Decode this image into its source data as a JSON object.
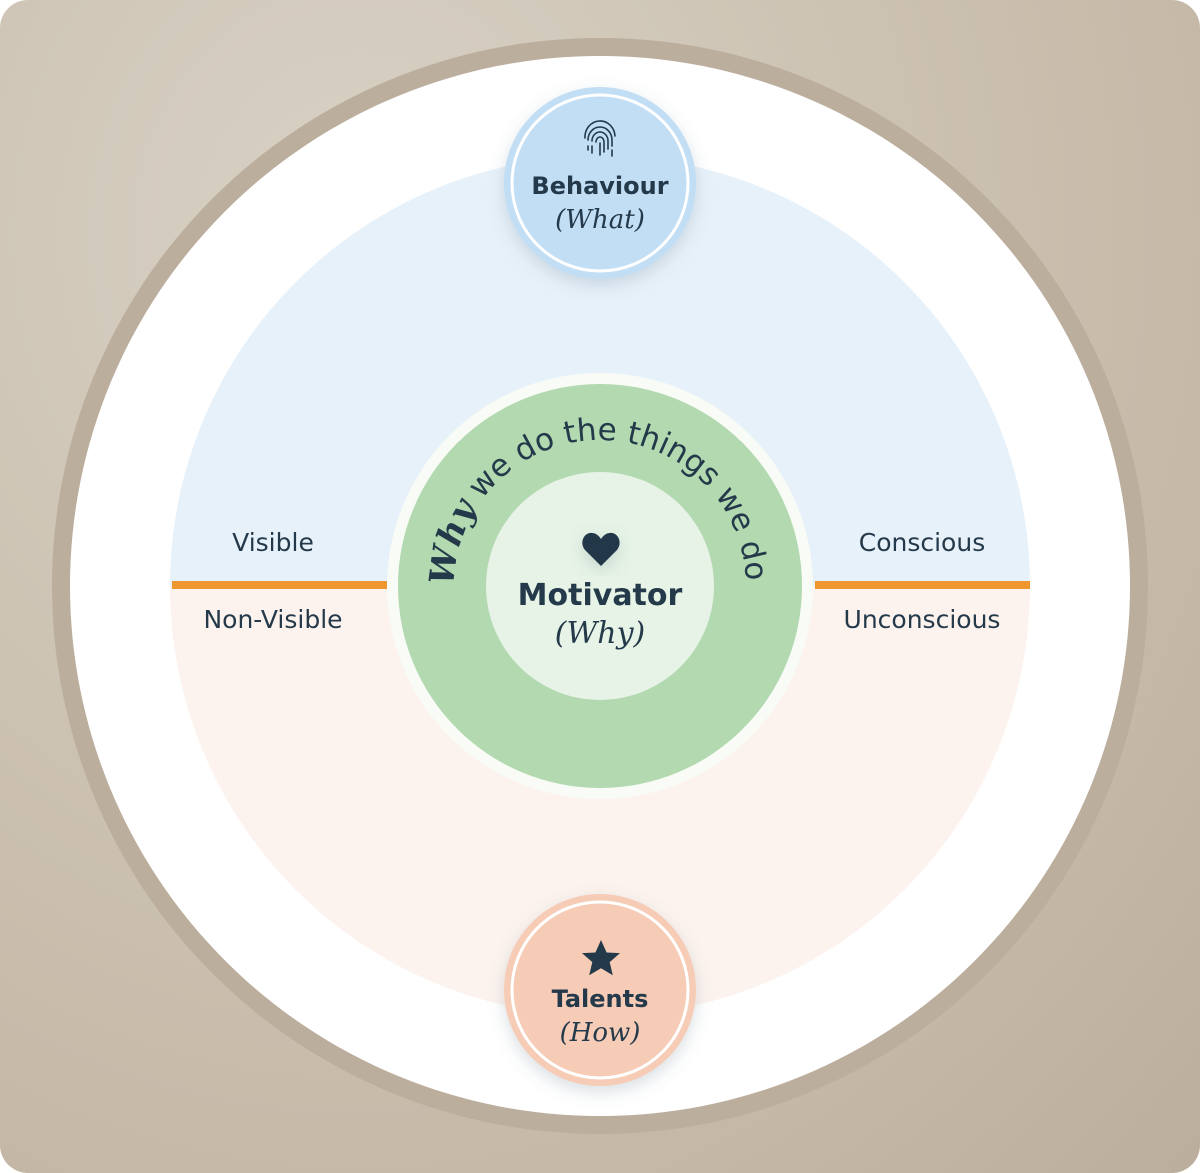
{
  "behaviour": {
    "title": "Behaviour",
    "subtitle": "(What)",
    "icon": "fingerprint-icon"
  },
  "motivator": {
    "title": "Motivator",
    "subtitle": "(Why)",
    "icon": "heart-icon",
    "arc_bold": "Why",
    "arc_rest": " we do the things we do?"
  },
  "talents": {
    "title": "Talents",
    "subtitle": "(How)",
    "icon": "star-icon"
  },
  "axes": {
    "left_top": "Visible",
    "left_bottom": "Non-Visible",
    "right_top": "Conscious",
    "right_bottom": "Unconscious"
  },
  "colors": {
    "upper": "#e7f1fa",
    "lower": "#fcf3ee",
    "divider": "#f0962f",
    "green": "#b2d9af",
    "green_inner": "#e6f3e6",
    "blue": "#c2def5",
    "peach": "#f6ccb6",
    "text": "#24394a"
  }
}
